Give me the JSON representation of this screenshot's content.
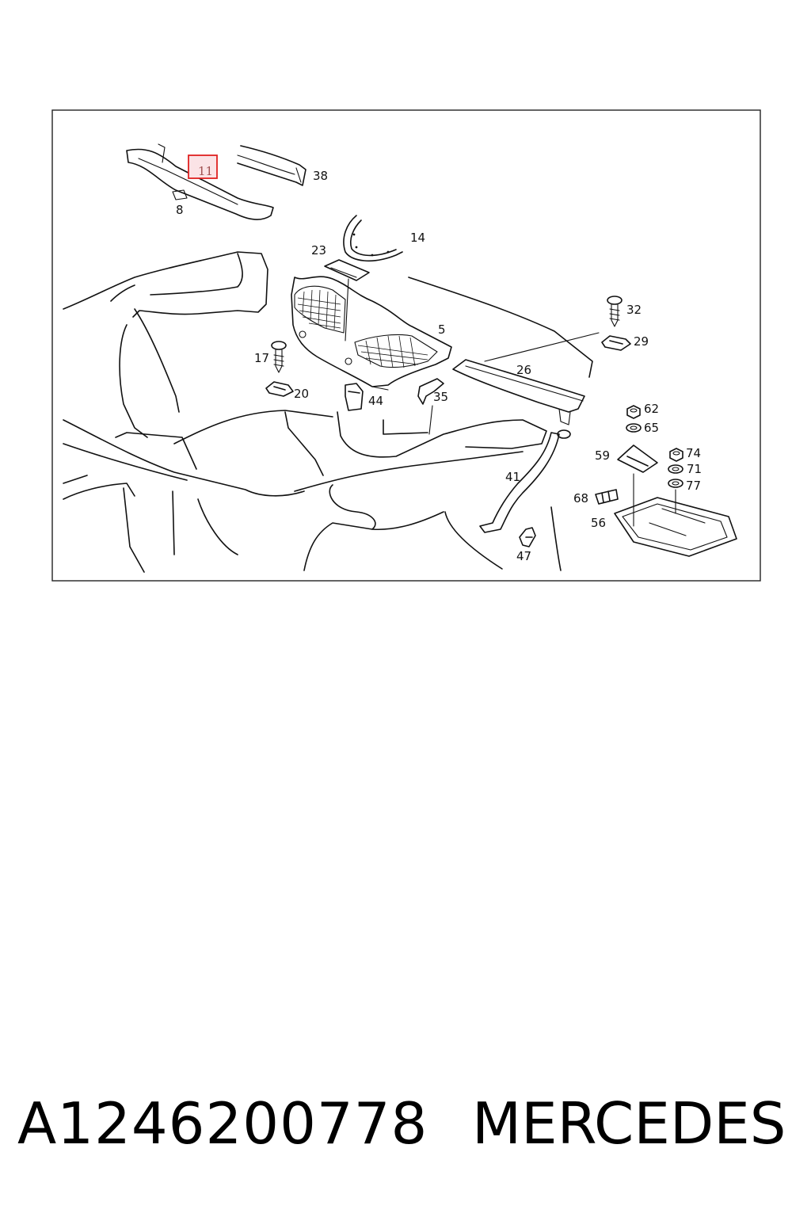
{
  "diagram": {
    "highlighted_callout": "11",
    "callouts": [
      {
        "id": "11",
        "label": "11"
      },
      {
        "id": "38",
        "label": "38"
      },
      {
        "id": "8",
        "label": "8"
      },
      {
        "id": "14",
        "label": "14"
      },
      {
        "id": "23",
        "label": "23"
      },
      {
        "id": "32",
        "label": "32"
      },
      {
        "id": "5",
        "label": "5"
      },
      {
        "id": "29",
        "label": "29"
      },
      {
        "id": "17",
        "label": "17"
      },
      {
        "id": "26",
        "label": "26"
      },
      {
        "id": "20",
        "label": "20"
      },
      {
        "id": "44",
        "label": "44"
      },
      {
        "id": "35",
        "label": "35"
      },
      {
        "id": "62",
        "label": "62"
      },
      {
        "id": "65",
        "label": "65"
      },
      {
        "id": "74",
        "label": "74"
      },
      {
        "id": "59",
        "label": "59"
      },
      {
        "id": "71",
        "label": "71"
      },
      {
        "id": "41",
        "label": "41"
      },
      {
        "id": "77",
        "label": "77"
      },
      {
        "id": "68",
        "label": "68"
      },
      {
        "id": "56",
        "label": "56"
      },
      {
        "id": "47",
        "label": "47"
      }
    ],
    "colors": {
      "line": "#111111",
      "highlight_border": "#e02020",
      "highlight_fill": "#fbe3e6",
      "highlight_text": "#a05050"
    }
  },
  "caption": {
    "part_number": "A1246200778",
    "brand": "MERCEDES"
  }
}
